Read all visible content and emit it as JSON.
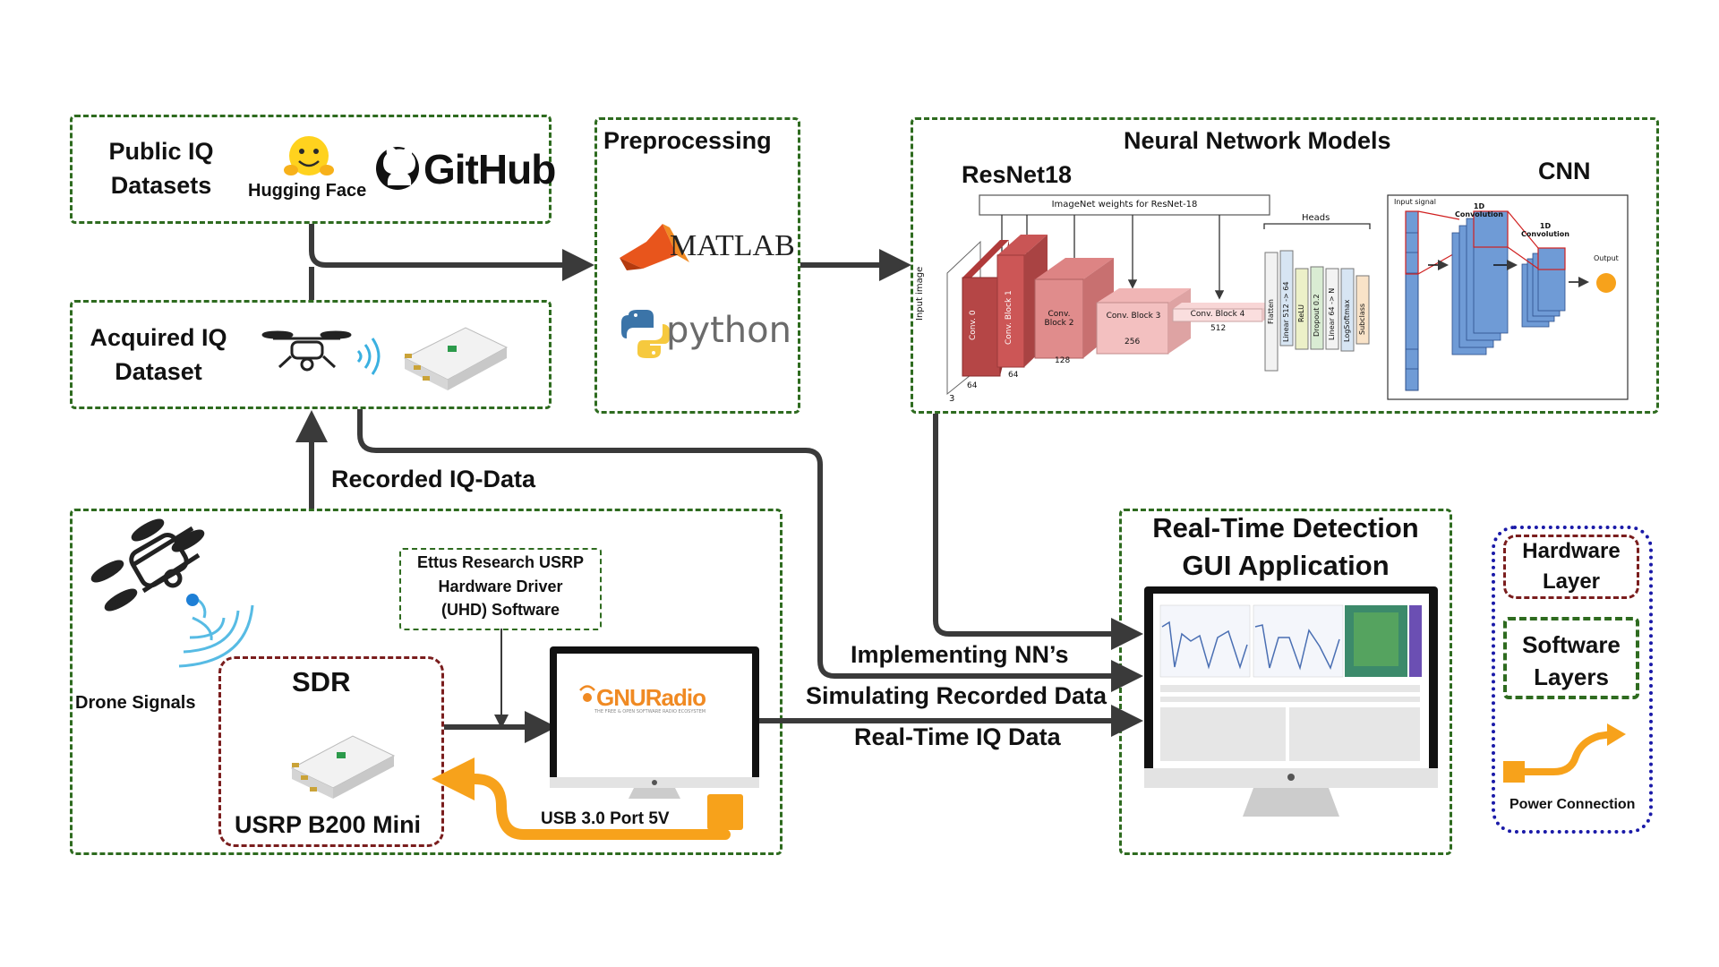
{
  "public_iq": {
    "title": "Public IQ Datasets",
    "hf_label": "Hugging Face",
    "github_label": "GitHub"
  },
  "acquired": {
    "title": "Acquired IQ Dataset"
  },
  "preprocessing": {
    "title": "Preprocessing",
    "matlab": "MATLAB",
    "python": "python"
  },
  "nn": {
    "title": "Neural Network Models",
    "resnet_title": "ResNet18",
    "cnn_title": "CNN",
    "resnet": {
      "weights": "ImageNet weights for ResNet-18",
      "heads": "Heads",
      "input": "Input image",
      "blocks": [
        "Conv. 0",
        "Conv. Block 1",
        "Conv. Block 2",
        "Conv. Block 3",
        "Conv. Block 4"
      ],
      "block_sizes": [
        "64",
        "64",
        "128",
        "256",
        "512"
      ],
      "input_size": "3",
      "head_layers": [
        "Flatten",
        "Linear 512 -> 64",
        "ReLU",
        "Dropout 0.2",
        "Linear 64 -> N",
        "LogSoftmax",
        "Subclass"
      ]
    },
    "cnn": {
      "input": "Input signal",
      "conv1": "1D Convolution",
      "conv2": "1D Convolution",
      "output": "Output"
    }
  },
  "recorded_label": "Recorded IQ-Data",
  "sdr_section": {
    "drone_signals": "Drone Signals",
    "sdr_title": "SDR",
    "sdr_device": "USRP B200 Mini",
    "uhd_lines": [
      "Ettus Research USRP",
      "Hardware Driver",
      "(UHD) Software"
    ],
    "usb_label": "USB 3.0 Port 5V",
    "gnuradio": "GNURadio",
    "gnuradio_sub": "THE FREE & OPEN SOFTWARE RADIO ECOSYSTEM"
  },
  "flows": {
    "implementing": "Implementing NN’s",
    "simulating": "Simulating Recorded Data",
    "realtime": "Real-Time IQ Data"
  },
  "gui": {
    "title_line1": "Real-Time Detection",
    "title_line2": "GUI Application"
  },
  "legend": {
    "hardware_line1": "Hardware",
    "hardware_line2": "Layer",
    "software_line1": "Software",
    "software_line2": "Layers",
    "power": "Power Connection"
  },
  "colors": {
    "software_border": "#2e6b1f",
    "hardware_border": "#7a1d1d",
    "legend_border": "#1a1aa8",
    "power": "#f7a21b",
    "arrow": "#3a3a3a"
  }
}
